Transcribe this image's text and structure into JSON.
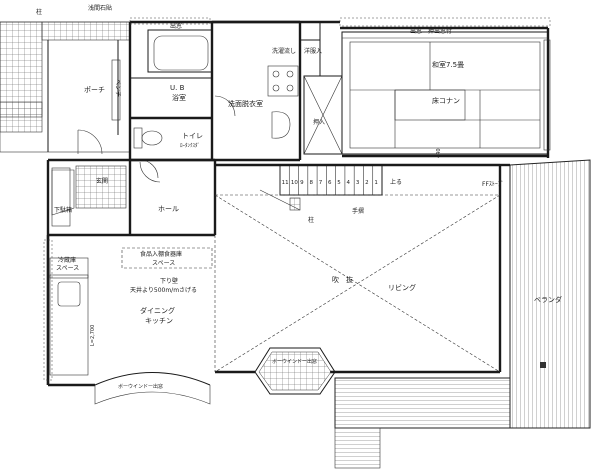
{
  "labels": {
    "stepping_stone": "浅間石貼",
    "pillar": "柱",
    "porch": "ポーチ",
    "bench": "ベンチ",
    "storage_top": "出窓",
    "ub": "U. B",
    "bath": "浴室",
    "laundry_space": "洗濯流し",
    "western_closet": "洋服入",
    "washroom": "洗面脱衣室",
    "toilet": "トイレ",
    "toilet_sub": "ﾛｰﾀﾝｸｽﾀﾞ",
    "hall_small": "玄関",
    "storage_small": "下駄箱",
    "hall": "ホール",
    "pantry": "食品入棚食器庫",
    "pantry2": "スペース",
    "fridge": "冷蔵庫",
    "fridge2": "スペース",
    "ceiling_note": "下り壁",
    "ceiling_note2": "天井より500m/mさげる",
    "dining": "ダイニング",
    "kitchen": "キッチン",
    "bay_window": "ボーウインドー出窓",
    "stairs_up": "上る",
    "handrail": "手摺",
    "void": "吹　抜",
    "living": "リビング",
    "veranda": "ベランダ",
    "washitsu": "和室7.5畳",
    "tokonoma": "床コナン",
    "oshiire": "押入",
    "closet_top": "出窓　押出窓付",
    "fireplace": "FFｽﾄｰﾌﾞ",
    "bay_label": "ボーウインドー出窓",
    "dim_kitchen": "L=2,700",
    "dim_440": "440",
    "stair_numbers": [
      "11",
      "10",
      "9",
      "8",
      "7",
      "6",
      "5",
      "4",
      "3",
      "2",
      "1"
    ]
  }
}
